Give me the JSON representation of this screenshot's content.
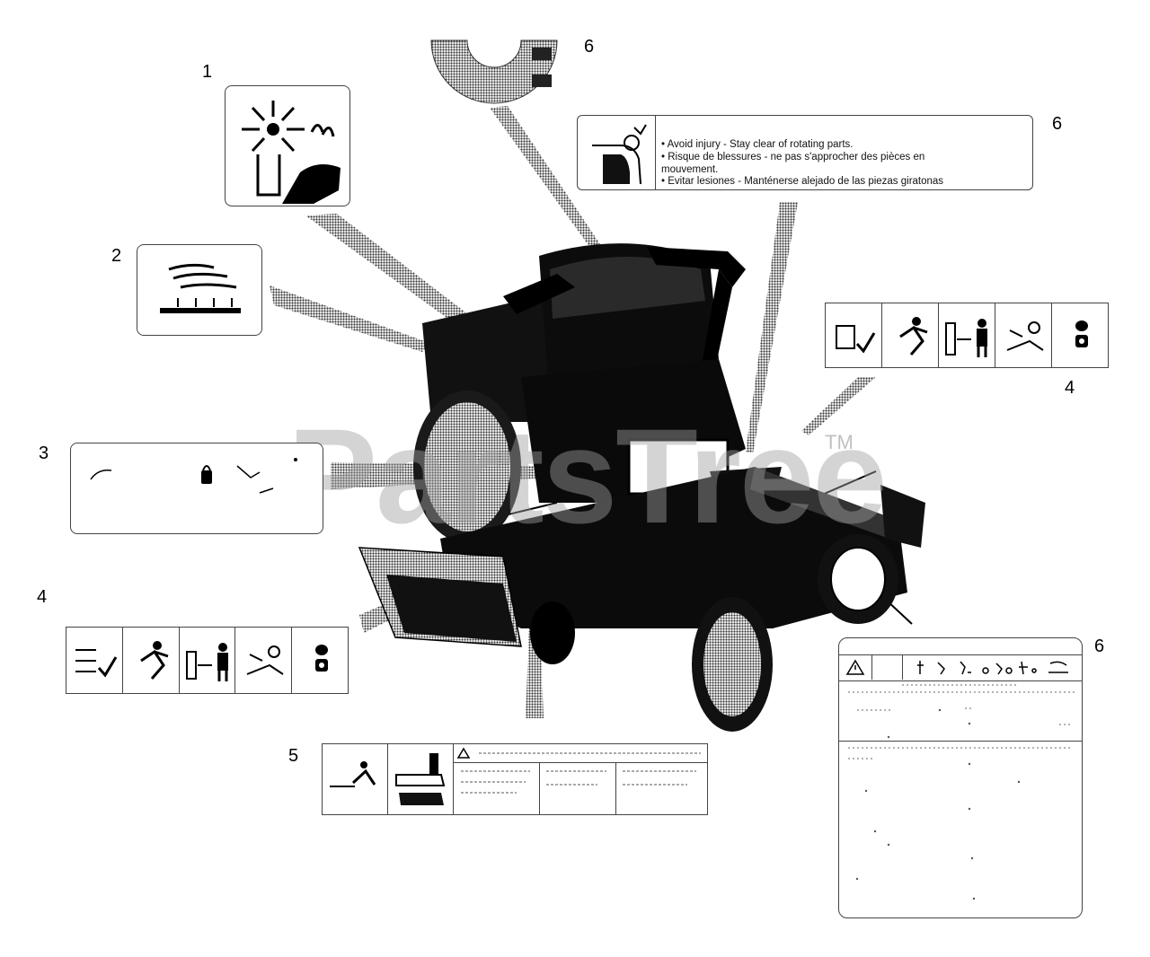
{
  "callouts": [
    "1",
    "2",
    "3",
    "4",
    "4",
    "5",
    "6",
    "6",
    "6"
  ],
  "decal_6_text": [
    "• Avoid injury - Stay clear of rotating parts.",
    "• Risque de blessures - ne pas s'approcher des pièces en",
    "  mouvement.",
    "• Evitar lesiones - Manténerse alejado de las piezas giratonas"
  ],
  "watermark": {
    "text": "PartsTree",
    "tm": "TM"
  },
  "icons": {
    "decal_1": "hot-surface-hand-icon",
    "decal_2": "hand-burn-icon",
    "decal_3": "lever-lock-icon",
    "decal_4": [
      "manual-icon",
      "thrown-object-icon",
      "keep-distance-icon",
      "rotating-blade-icon",
      "hearing-protection-icon"
    ],
    "decal_5": [
      "thrown-object-icon",
      "deck-chute-icon"
    ],
    "warning": "warning-triangle-icon"
  },
  "colors": {
    "ink": "#000000",
    "halftone": "#666666",
    "watermark": "#a0a0a0"
  }
}
